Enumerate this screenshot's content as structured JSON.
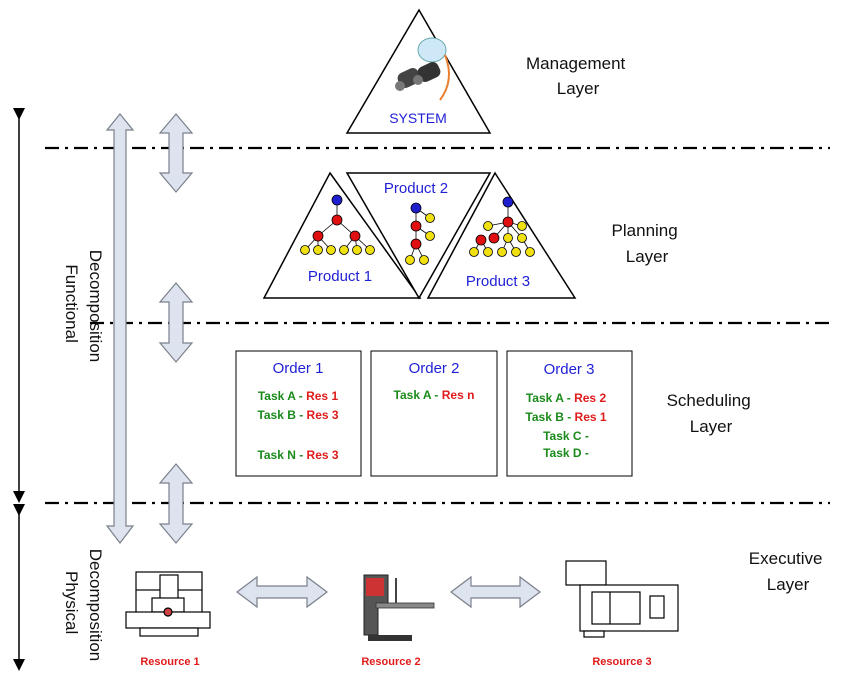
{
  "layers": {
    "management": [
      "Management",
      "Layer"
    ],
    "planning": [
      "Planning",
      "Layer"
    ],
    "scheduling": [
      "Scheduling",
      "Layer"
    ],
    "executive": [
      "Executive",
      "Layer"
    ]
  },
  "axes": {
    "functional": [
      "Functional",
      "Decomposition"
    ],
    "physical": [
      "Physical",
      "Decomposition"
    ]
  },
  "system_label": "SYSTEM",
  "products": [
    "Product 1",
    "Product 2",
    "Product 3"
  ],
  "orders": [
    {
      "title": "Order 1",
      "tasks": [
        [
          "Task A - ",
          "Res 1"
        ],
        [
          "Task B - ",
          "Res 3"
        ],
        [
          "",
          ""
        ],
        [
          "Task N - ",
          "Res 3"
        ]
      ]
    },
    {
      "title": "Order 2",
      "tasks": [
        [
          "Task A - ",
          "Res n"
        ]
      ]
    },
    {
      "title": "Order 3",
      "tasks": [
        [
          "Task A - ",
          "Res 2"
        ],
        [
          "Task B - ",
          "Res 1"
        ],
        [
          "Task C - ",
          ""
        ],
        [
          "Task D - ",
          ""
        ]
      ]
    }
  ],
  "resources": [
    "Resource 1",
    "Resource 2",
    "Resource 3"
  ],
  "colors": {
    "node_root": "#1e1ecf",
    "node_mid": "#e01010",
    "node_leaf": "#f0e010",
    "arrow_fill": "#dde4f0",
    "arrow_stroke": "#7a7f8a"
  }
}
